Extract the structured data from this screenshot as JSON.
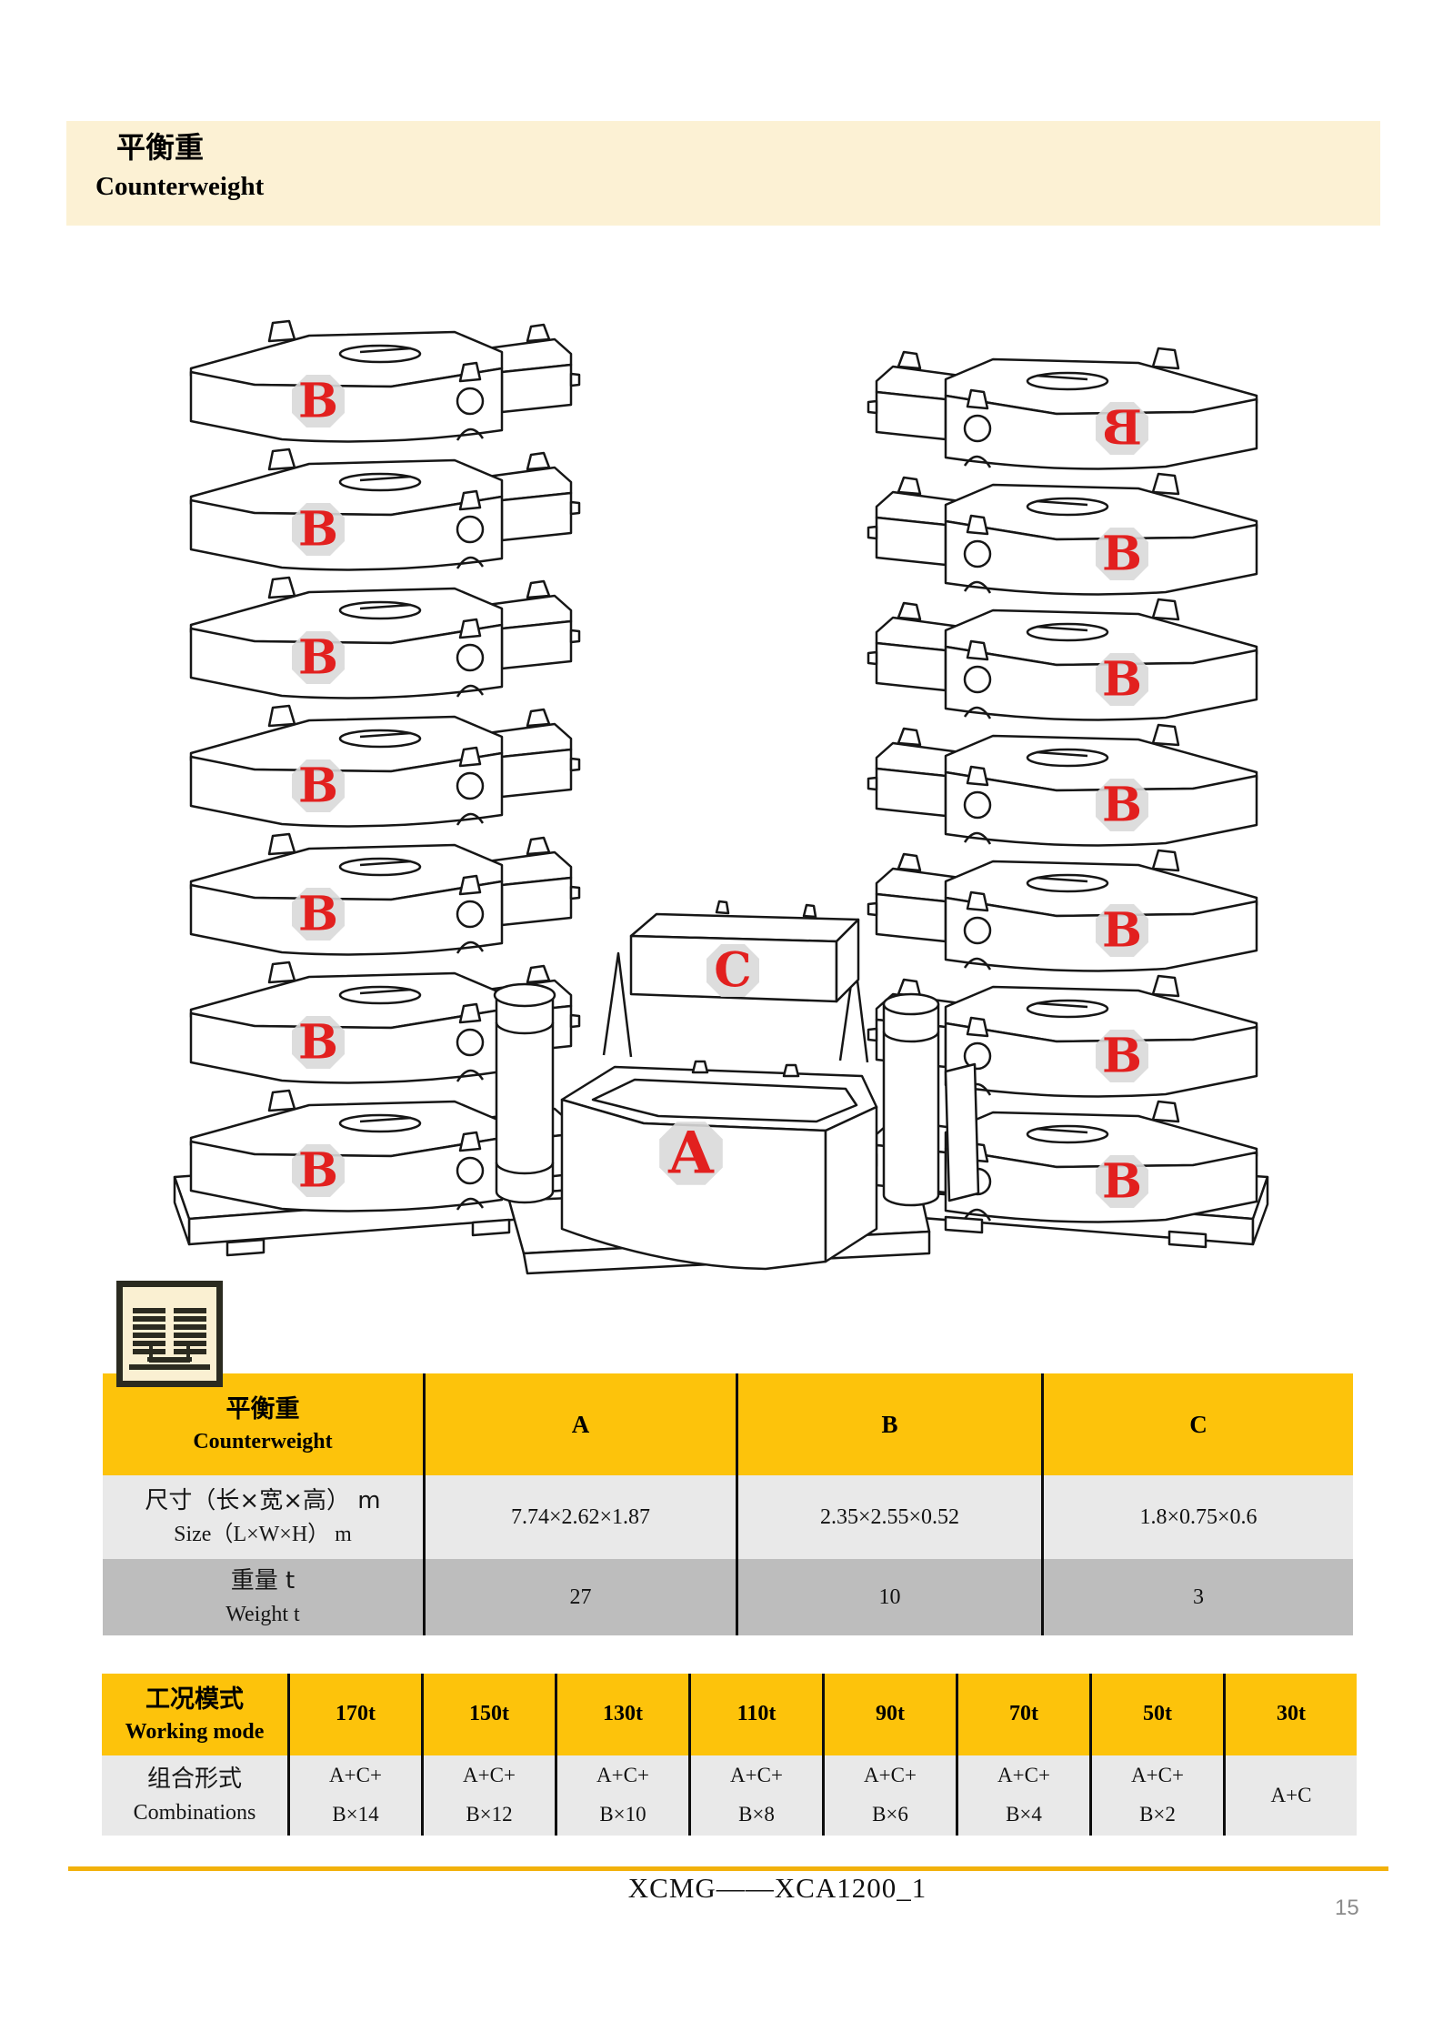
{
  "header": {
    "title_zh": "平衡重",
    "title_en": "Counterweight"
  },
  "diagram": {
    "labels": {
      "a": "A",
      "b": "B",
      "c": "C"
    },
    "left_stack": [
      "B",
      "B",
      "B",
      "B",
      "B",
      "B",
      "B"
    ],
    "right_stack": [
      {
        "label": "B",
        "mirrored": true
      },
      {
        "label": "B",
        "mirrored": false
      },
      {
        "label": "B",
        "mirrored": false
      },
      {
        "label": "B",
        "mirrored": false
      },
      {
        "label": "B",
        "mirrored": false
      },
      {
        "label": "B",
        "mirrored": false
      },
      {
        "label": "B",
        "mirrored": false
      }
    ]
  },
  "counterweight_table": {
    "header": {
      "zh": "平衡重",
      "en": "Counterweight"
    },
    "columns": [
      "A",
      "B",
      "C"
    ],
    "rows": [
      {
        "label_zh": "尺寸（长×宽×高） m",
        "label_en": "Size（L×W×H） m",
        "values": [
          "7.74×2.62×1.87",
          "2.35×2.55×0.52",
          "1.8×0.75×0.6"
        ]
      },
      {
        "label_zh": "重量 t",
        "label_en": "Weight t",
        "values": [
          "27",
          "10",
          "3"
        ]
      }
    ]
  },
  "working_mode_table": {
    "header": {
      "zh": "工况模式",
      "en": "Working mode"
    },
    "columns": [
      "170t",
      "150t",
      "130t",
      "110t",
      "90t",
      "70t",
      "50t",
      "30t"
    ],
    "row": {
      "label_zh": "组合形式",
      "label_en": "Combinations",
      "values": [
        [
          "A+C+",
          "B×14"
        ],
        [
          "A+C+",
          "B×12"
        ],
        [
          "A+C+",
          "B×10"
        ],
        [
          "A+C+",
          "B×8"
        ],
        [
          "A+C+",
          "B×6"
        ],
        [
          "A+C+",
          "B×4"
        ],
        [
          "A+C+",
          "B×2"
        ],
        [
          "A+C"
        ]
      ]
    }
  },
  "footer": {
    "doc_code": "XCMG——XCA1200_1",
    "page_number": "15"
  },
  "colors": {
    "table_yellow": "#fdc30b",
    "row_light": "#e9e9e9",
    "row_dark": "#bdbdbd",
    "header_cream": "#fcf1d4",
    "footer_line": "#f2b10b",
    "label_red": "#e2201f",
    "badge_gray": "#d9d9d9",
    "page_number_gray": "#8b8b8b"
  }
}
